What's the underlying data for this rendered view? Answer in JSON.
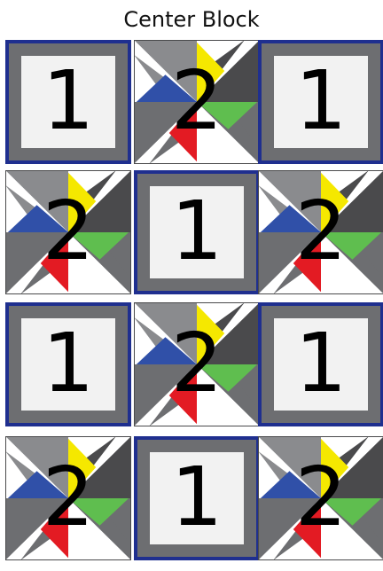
{
  "title": "Center Block",
  "colors": {
    "navy_border": "#1f2f8f",
    "frame_gray": "#6d6e71",
    "panel_light": "#f2f2f2",
    "blue": "#3050a8",
    "yellow": "#f5e800",
    "green": "#5fbe4f",
    "red": "#e31b23",
    "gray_light": "#8a8b8e",
    "gray_mid": "#6d6e71",
    "gray_dark": "#4a4a4c",
    "white": "#ffffff"
  },
  "grid": [
    [
      "1",
      "2",
      "1"
    ],
    [
      "2",
      "1",
      "2"
    ],
    [
      "1",
      "2",
      "1"
    ],
    [
      "2",
      "1",
      "2"
    ]
  ]
}
